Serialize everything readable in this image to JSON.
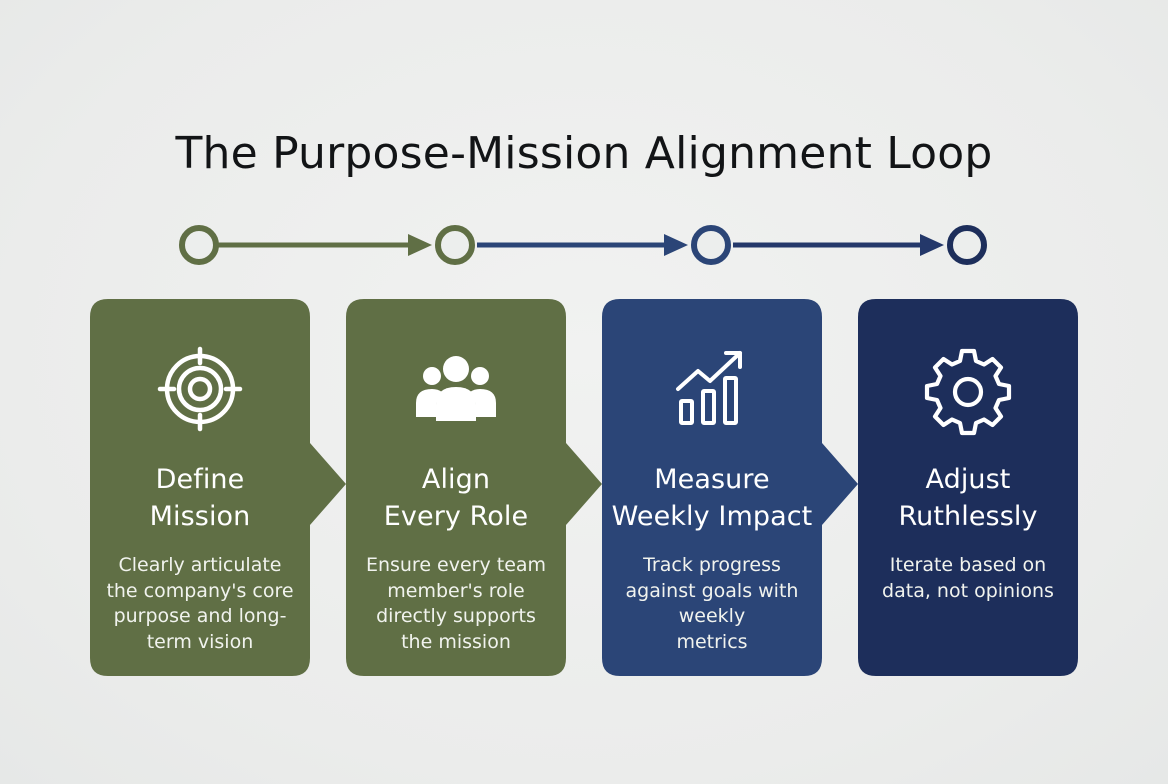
{
  "title": "The Purpose-Mission Alignment Loop",
  "colors": {
    "green": "#606f45",
    "blue": "#2b4577",
    "navy": "#1d2e5b",
    "background": "#eceeed"
  },
  "steps": [
    {
      "icon": "target-icon",
      "heading_lines": [
        "Define",
        "Mission"
      ],
      "desc_lines": [
        "Clearly articulate",
        "the company's core",
        "purpose and long-",
        "term vision"
      ]
    },
    {
      "icon": "team-icon",
      "heading_lines": [
        "Align",
        "Every Role"
      ],
      "desc_lines": [
        "Ensure every team",
        "member's role",
        "directly supports",
        "the mission"
      ]
    },
    {
      "icon": "growth-chart-icon",
      "heading_lines": [
        "Measure",
        "Weekly Impact"
      ],
      "desc_lines": [
        "Track progress",
        "against goals with",
        "weekly",
        "metrics"
      ]
    },
    {
      "icon": "gear-icon",
      "heading_lines": [
        "Adjust",
        "Ruthlessly"
      ],
      "desc_lines": [
        "Iterate based on",
        "data, not opinions"
      ]
    }
  ]
}
